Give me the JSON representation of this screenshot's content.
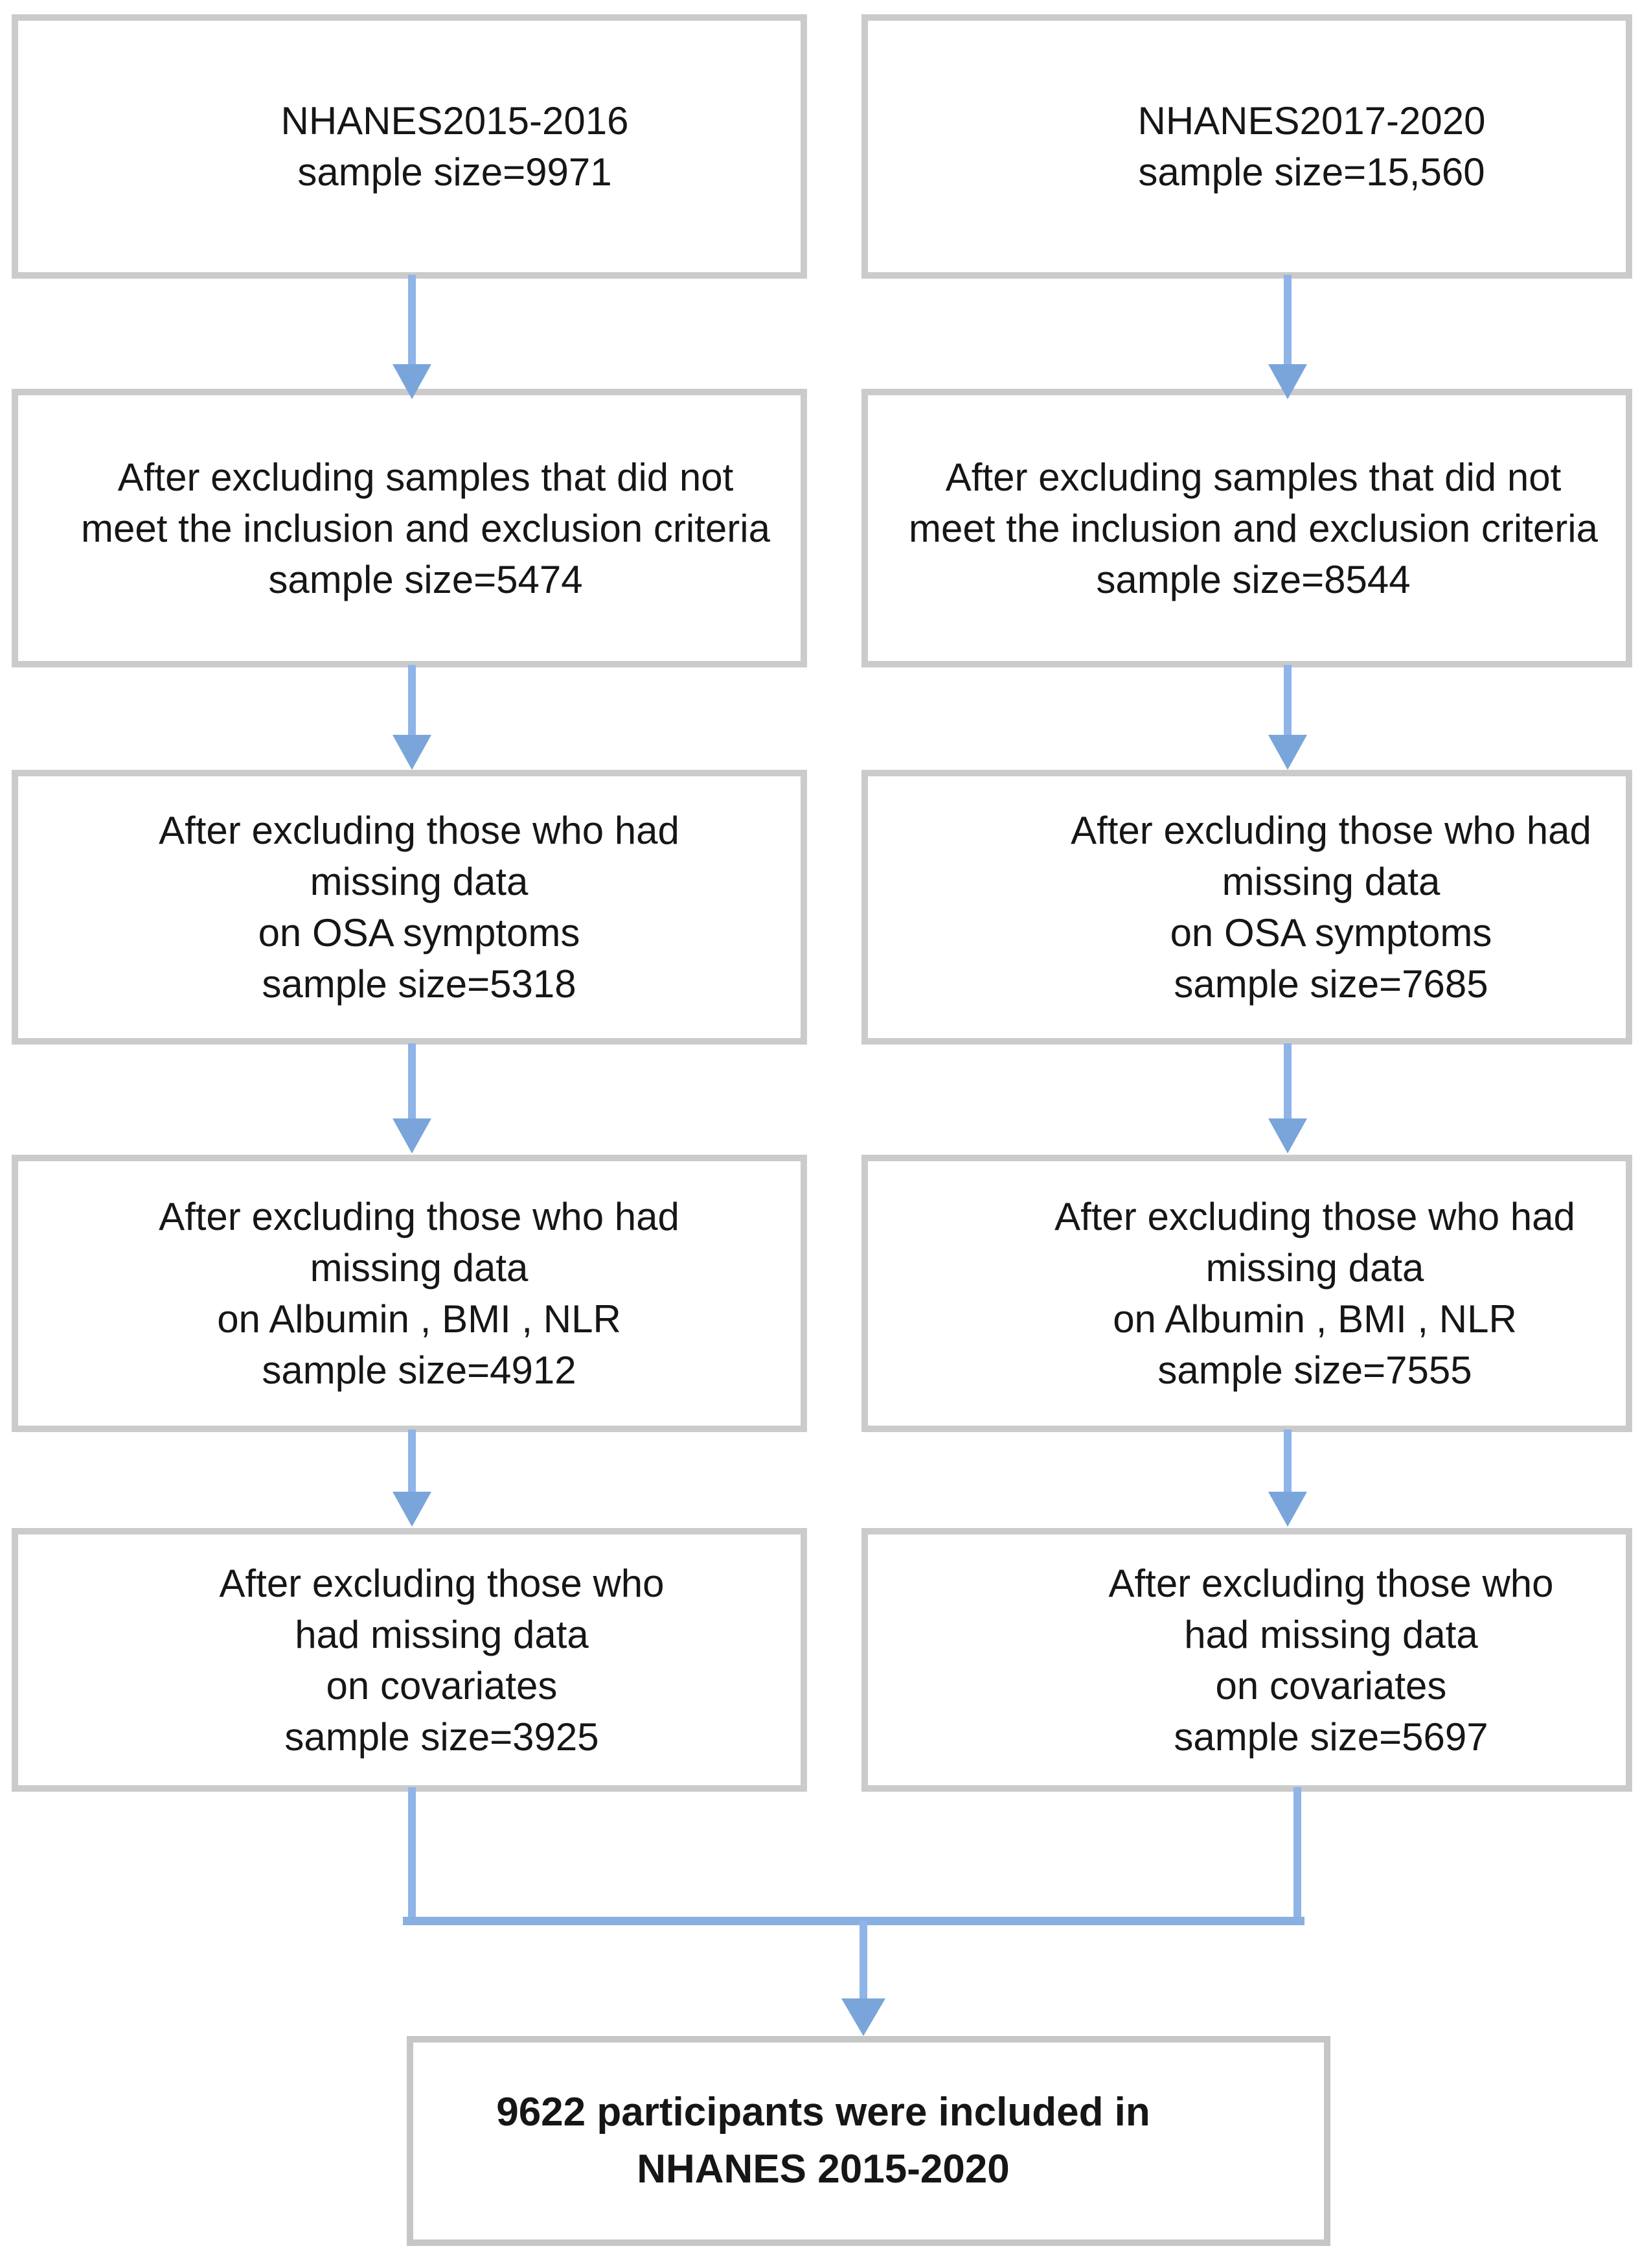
{
  "flow": {
    "figure_name": "NHANES participant selection flowchart",
    "columns": [
      {
        "name": "NHANES 2015-2016 column",
        "boxes": [
          {
            "lines": [
              "NHANES2015-2016",
              "sample size=9971"
            ]
          },
          {
            "lines": [
              "After excluding samples that did not",
              "meet the inclusion and exclusion criteria",
              "sample size=5474"
            ]
          },
          {
            "lines": [
              "After excluding those who had",
              "missing data",
              "on OSA symptoms",
              "sample size=5318"
            ]
          },
          {
            "lines": [
              "After excluding those who had",
              "missing data",
              "on Albumin , BMI , NLR",
              "sample size=4912"
            ]
          },
          {
            "lines": [
              "After excluding those who",
              "had missing data",
              "on covariates",
              "sample size=3925"
            ]
          }
        ]
      },
      {
        "name": "NHANES 2017-2020 column",
        "boxes": [
          {
            "lines": [
              "NHANES2017-2020",
              "sample size=15,560"
            ]
          },
          {
            "lines": [
              "After excluding samples that did not",
              "meet the inclusion and exclusion criteria",
              "sample size=8544"
            ]
          },
          {
            "lines": [
              "After excluding those who had",
              "missing data",
              "on OSA symptoms",
              "sample size=7685"
            ]
          },
          {
            "lines": [
              "After excluding those who had",
              "missing data",
              "on Albumin , BMI , NLR",
              "sample size=7555"
            ]
          },
          {
            "lines": [
              "After excluding those who",
              "had missing data",
              "on covariates",
              "sample size=5697"
            ]
          }
        ]
      }
    ],
    "final_box": {
      "lines": [
        "9622 participants were included in",
        "NHANES 2015-2020"
      ]
    },
    "colors": {
      "arrow_blue": "#8fb4e8",
      "arrowhead_blue": "#79a5da",
      "box_border_gray": "#cbcbcb",
      "text_black": "#161616"
    }
  }
}
